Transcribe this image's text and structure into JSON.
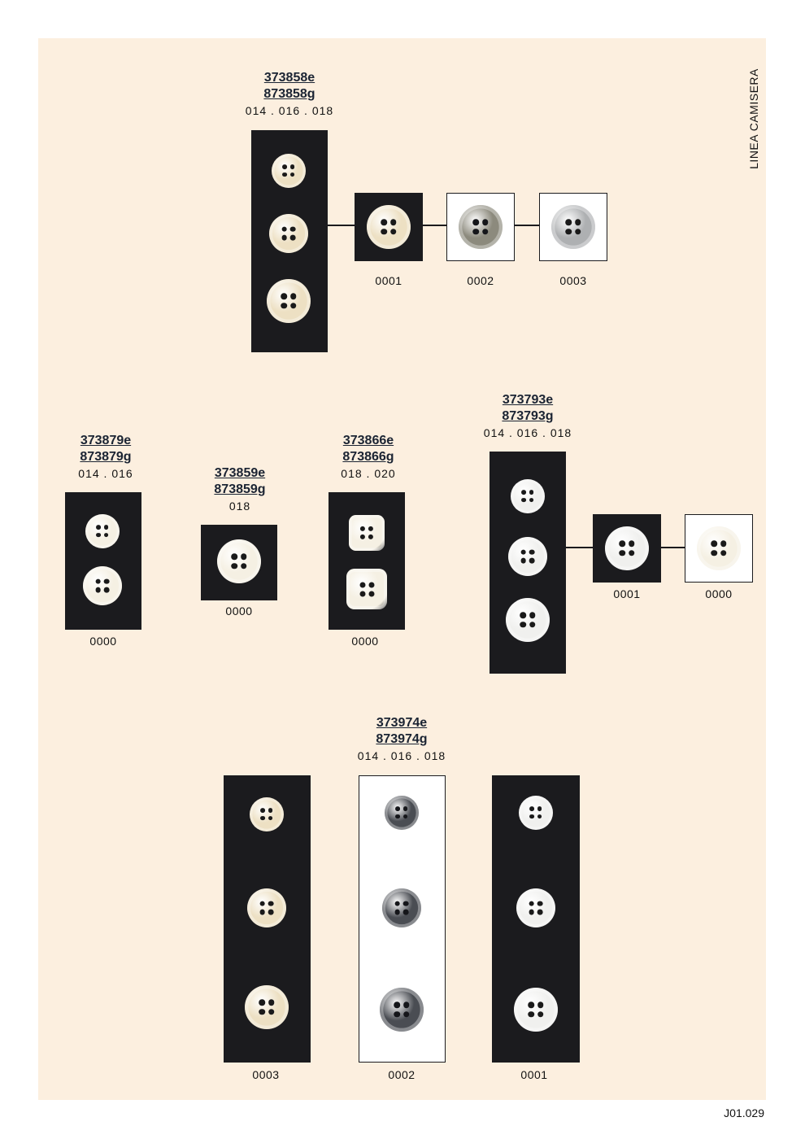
{
  "side_label": "LINEA CAMISERA",
  "page_code": "J01.029",
  "colors": {
    "background": "#fcefdf",
    "panel_dark": "#1b1b1e",
    "code_text": "#1b2433"
  },
  "products": [
    {
      "id": "p1",
      "codes": [
        "373858e",
        "873858g"
      ],
      "sizes": "014 . 016 . 018",
      "variants": [
        "0001",
        "0002",
        "0003"
      ]
    },
    {
      "id": "p2",
      "codes": [
        "373879e",
        "873879g"
      ],
      "sizes": "014 . 016",
      "variants": [
        "0000"
      ]
    },
    {
      "id": "p3",
      "codes": [
        "373859e",
        "873859g"
      ],
      "sizes": "018",
      "variants": [
        "0000"
      ]
    },
    {
      "id": "p4",
      "codes": [
        "373866e",
        "873866g"
      ],
      "sizes": "018 . 020",
      "variants": [
        "0000"
      ]
    },
    {
      "id": "p5",
      "codes": [
        "373793e",
        "873793g"
      ],
      "sizes": "014 . 016 . 018",
      "variants": [
        "0001",
        "0000"
      ]
    },
    {
      "id": "p6",
      "codes": [
        "373974e",
        "873974g"
      ],
      "sizes": "014 . 016 . 018",
      "variants": [
        "0003",
        "0002",
        "0001"
      ]
    }
  ],
  "button_finishes": {
    "cream": "#ede0c3",
    "smoke": "#8c8a7d",
    "grey": "#aeb0b2",
    "pearl": "#f0f0ee",
    "ivory": "#f5f0e3",
    "charcoal": "#4a4d53"
  }
}
